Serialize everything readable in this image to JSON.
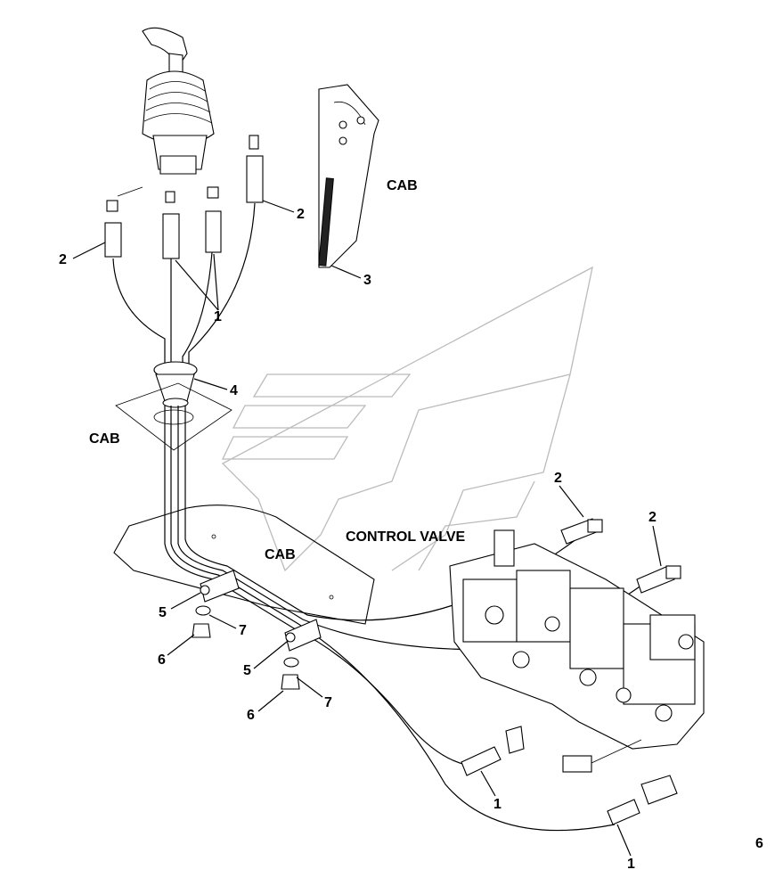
{
  "labels": {
    "cab_top": "CAB",
    "cab_left": "CAB",
    "cab_floor": "CAB",
    "control_valve": "CONTROL VALVE",
    "corner_mark": "6"
  },
  "callouts": [
    {
      "id": "c-2-left",
      "text": "2"
    },
    {
      "id": "c-2-top",
      "text": "2"
    },
    {
      "id": "c-1-top",
      "text": "1"
    },
    {
      "id": "c-3",
      "text": "3"
    },
    {
      "id": "c-4",
      "text": "4"
    },
    {
      "id": "c-2-valve-a",
      "text": "2"
    },
    {
      "id": "c-2-valve-b",
      "text": "2"
    },
    {
      "id": "c-5-a",
      "text": "5"
    },
    {
      "id": "c-7-a",
      "text": "7"
    },
    {
      "id": "c-6-a",
      "text": "6"
    },
    {
      "id": "c-5-b",
      "text": "5"
    },
    {
      "id": "c-7-b",
      "text": "7"
    },
    {
      "id": "c-6-b",
      "text": "6"
    },
    {
      "id": "c-1-mid",
      "text": "1"
    },
    {
      "id": "c-1-bottom",
      "text": "1"
    }
  ]
}
